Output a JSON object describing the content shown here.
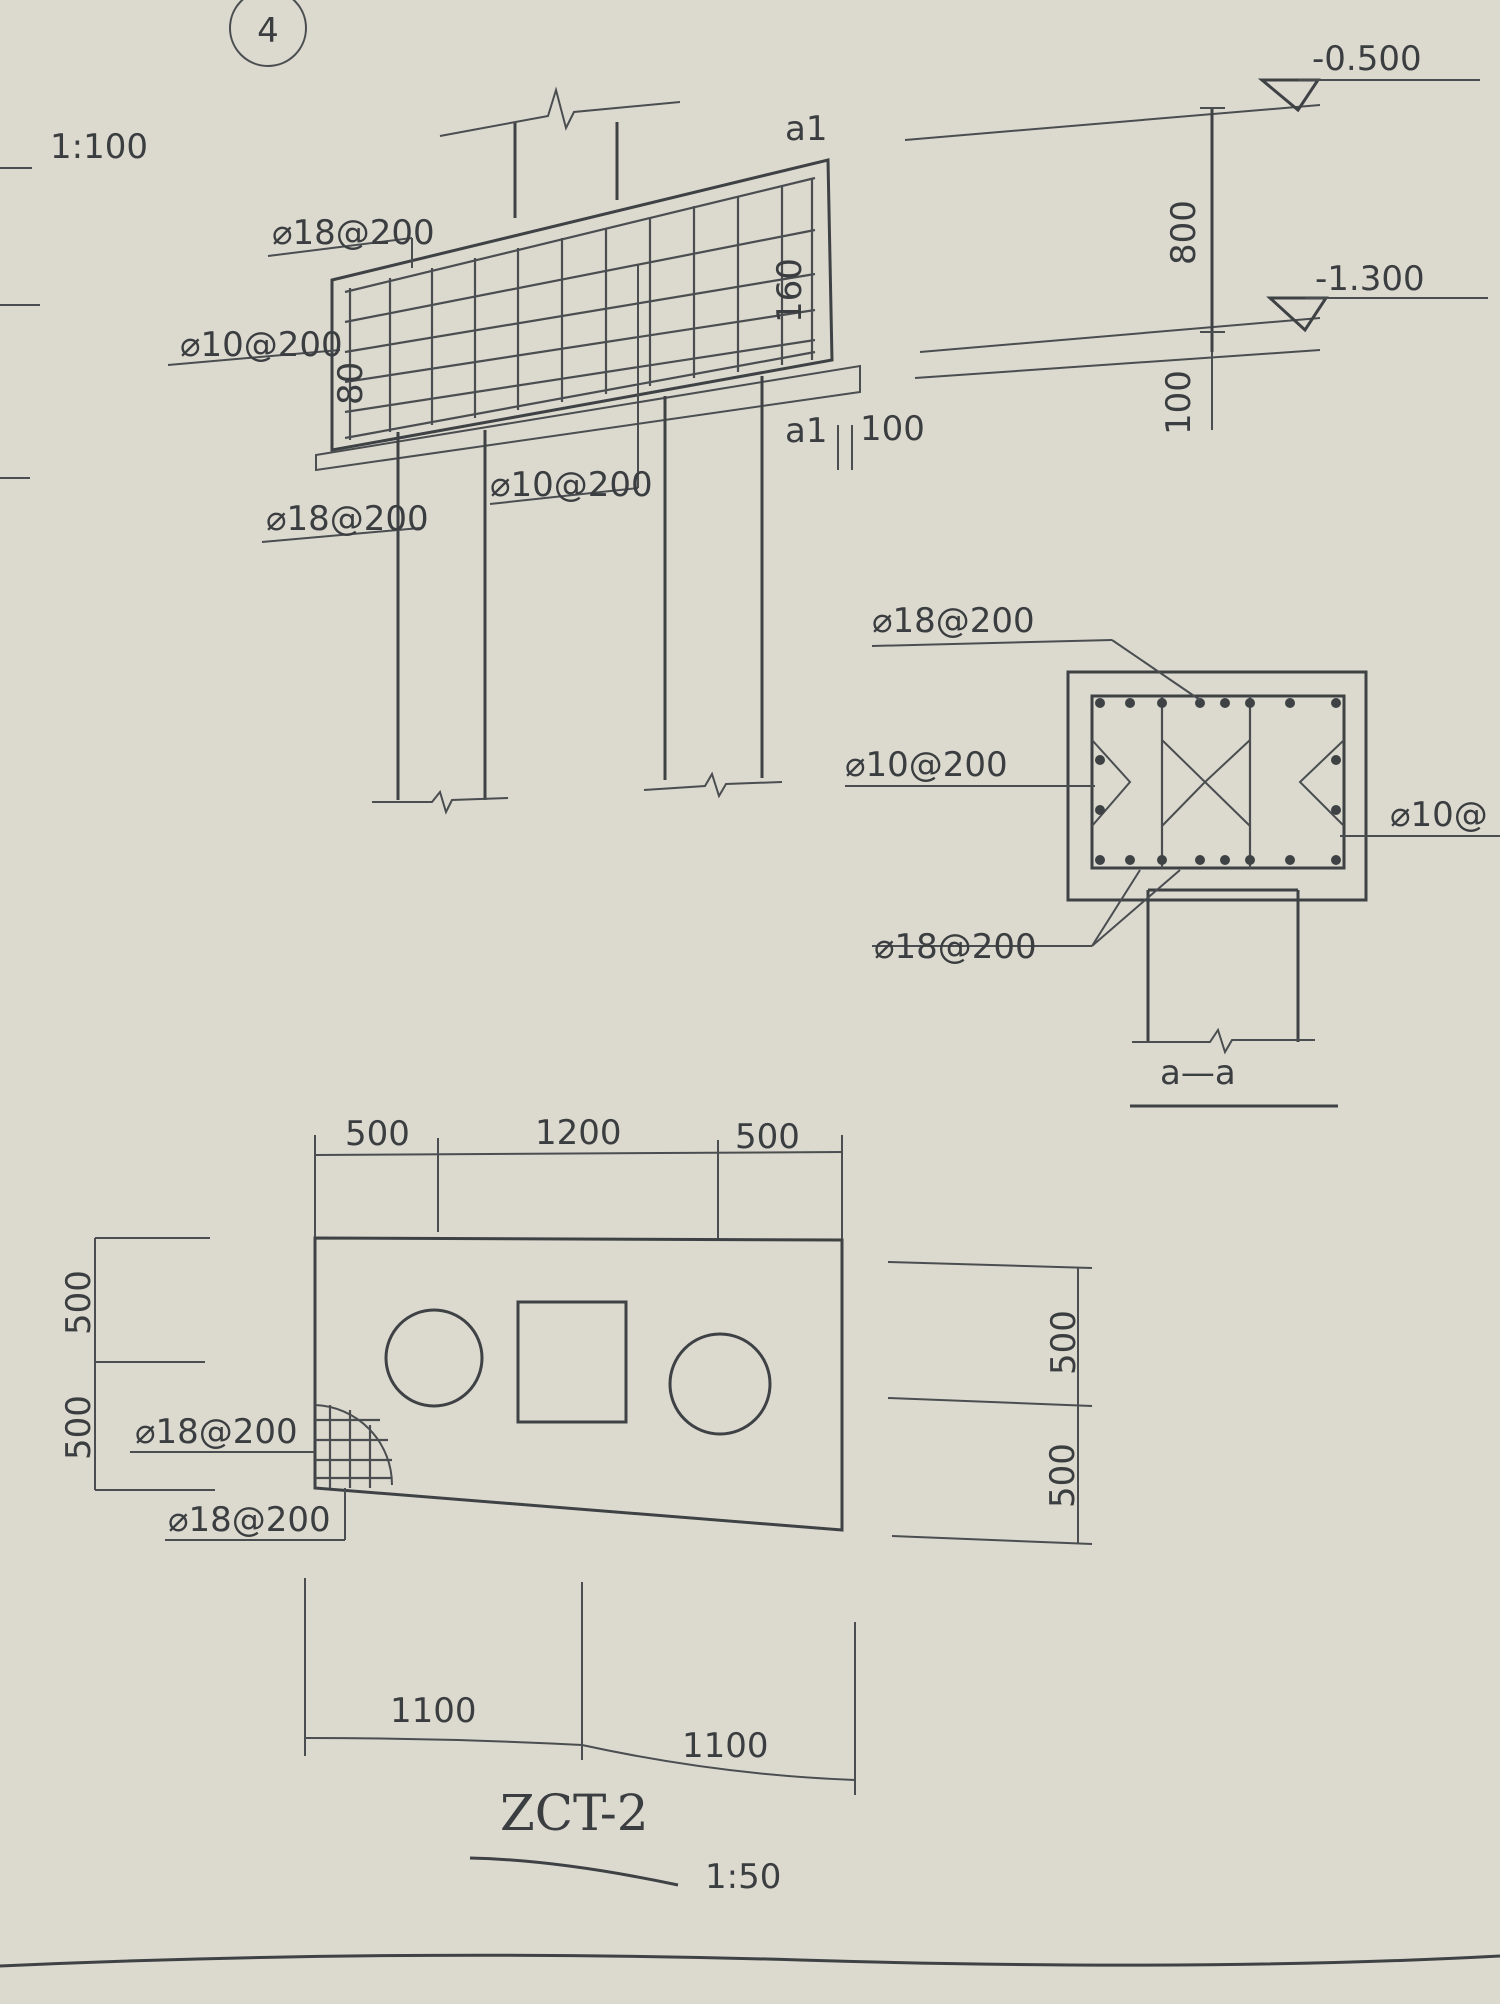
{
  "drawing": {
    "detail_marker": "4",
    "scale_top": "1:100",
    "elevations": {
      "top": "-0.500",
      "bottom": "-1.300"
    },
    "dims": {
      "height_800": "800",
      "height_100": "100",
      "gap_100": "100",
      "cover_80": "80",
      "cover_160": "160",
      "plan_top_1": "500",
      "plan_top_2": "1200",
      "plan_top_3": "500",
      "plan_left_1": "500",
      "plan_left_2": "500",
      "plan_right_1": "500",
      "plan_right_2": "500",
      "plan_bottom_1": "1100",
      "plan_bottom_2": "1100"
    },
    "rebar": {
      "r18": "⌀18@200",
      "r10": "⌀10@200",
      "r10_cut": "⌀10@"
    },
    "section_marks": {
      "a1": "a1",
      "a2": "a1",
      "section_title": "a—a"
    },
    "title": "ZCT-2",
    "scale_bottom": "1:50"
  }
}
